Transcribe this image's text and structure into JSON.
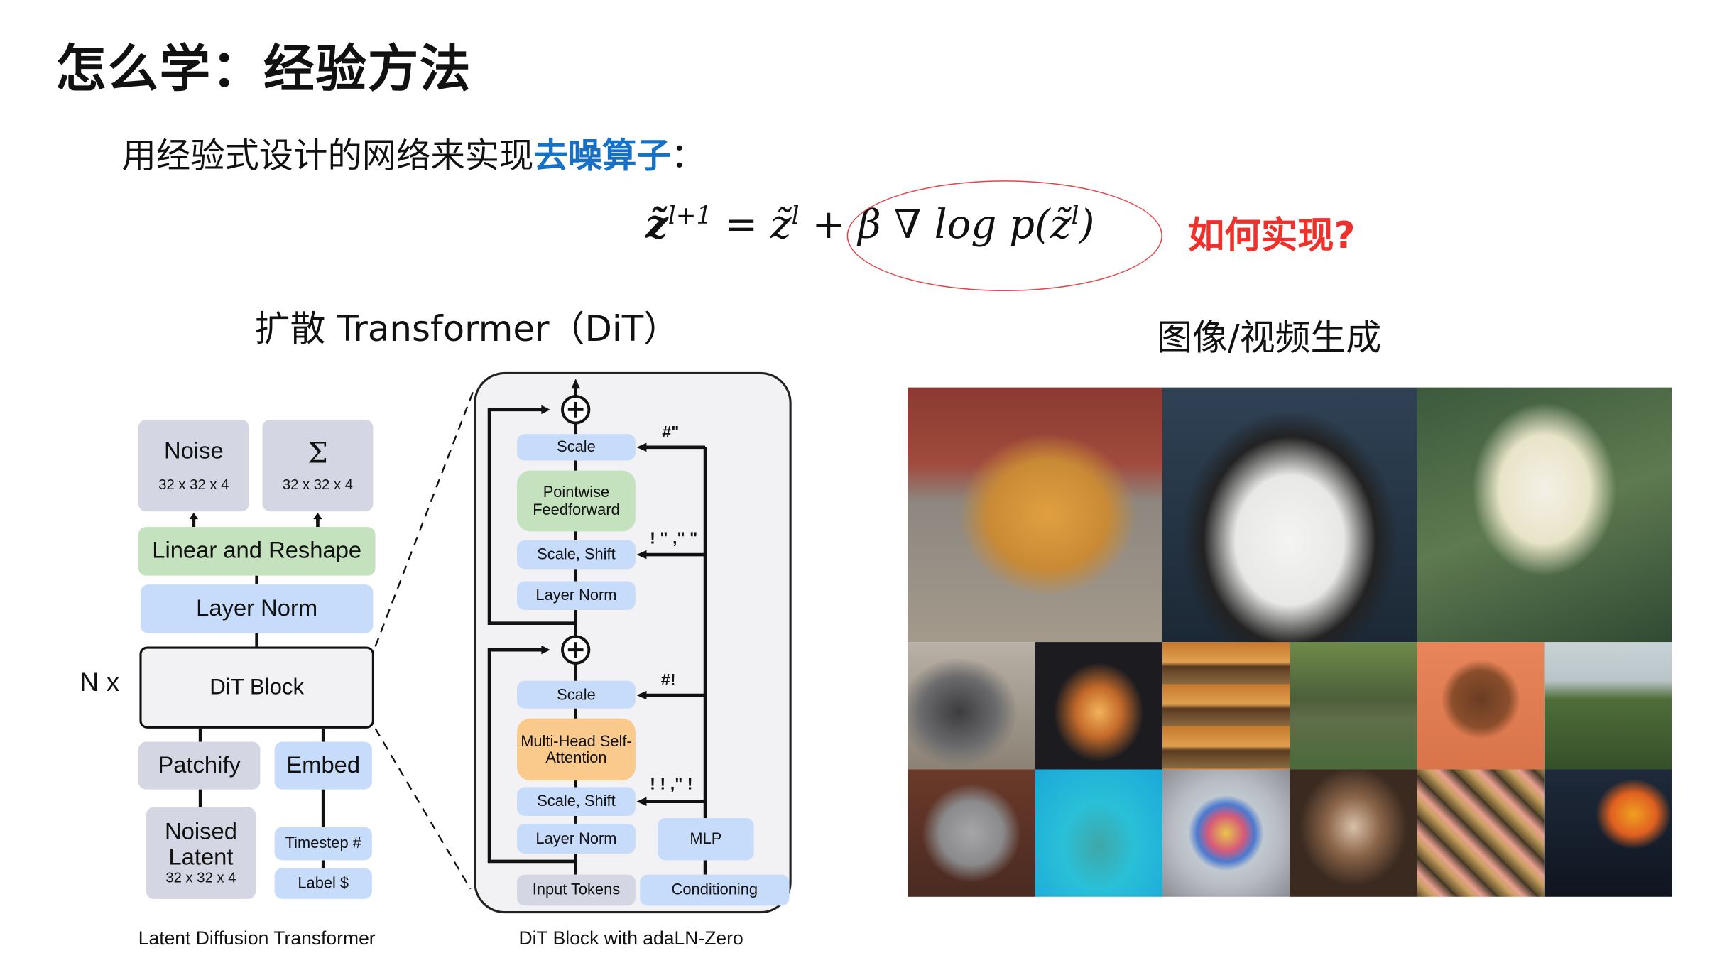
{
  "slide": {
    "title": "怎么学：经验方法",
    "subtitle_prefix": "用经验式设计的网络来实现",
    "subtitle_highlight": "去噪算子",
    "subtitle_suffix": "：",
    "formula": {
      "lhs": "z̃",
      "lhs_sup": "l+1",
      "eq": " = z̃",
      "rhs_sup": "l",
      "rest": " + β ∇ log p(z̃",
      "inner_sup": "l",
      "close": ")"
    },
    "question": "如何实现?",
    "question_color": "#f0302a",
    "highlight_color": "#1570c8"
  },
  "left_section": {
    "heading": "扩散 Transformer（DiT）",
    "ldt": {
      "noise": "Noise",
      "noise_dim": "32 x 32 x 4",
      "sigma": "Σ",
      "sigma_dim": "32 x 32 x 4",
      "linear_reshape": "Linear and Reshape",
      "layer_norm": "Layer Norm",
      "dit_block": "DiT Block",
      "n_x": "N x",
      "patchify": "Patchify",
      "embed": "Embed",
      "noised_latent": "Noised Latent",
      "noised_latent_dim": "32 x 32 x 4",
      "timestep": "Timestep #",
      "label": "Label $",
      "caption": "Latent Diffusion Transformer"
    },
    "block": {
      "scale_top": "Scale",
      "ffn": "Pointwise Feedforward",
      "scale_shift_top": "Scale, Shift",
      "layer_norm_top": "Layer Norm",
      "scale_bottom": "Scale",
      "mhsa": "Multi-Head Self-Attention",
      "scale_shift_bottom": "Scale, Shift",
      "layer_norm_bottom": "Layer Norm",
      "input_tokens": "Input Tokens",
      "mlp": "MLP",
      "conditioning": "Conditioning",
      "alpha2": "#\"",
      "beta_gamma2": "! \" ,\" \"",
      "alpha1": "#!",
      "beta_gamma1": "! ! ,\" !",
      "caption": "DiT Block with adaLN-Zero"
    }
  },
  "right_section": {
    "heading": "图像/视频生成"
  }
}
